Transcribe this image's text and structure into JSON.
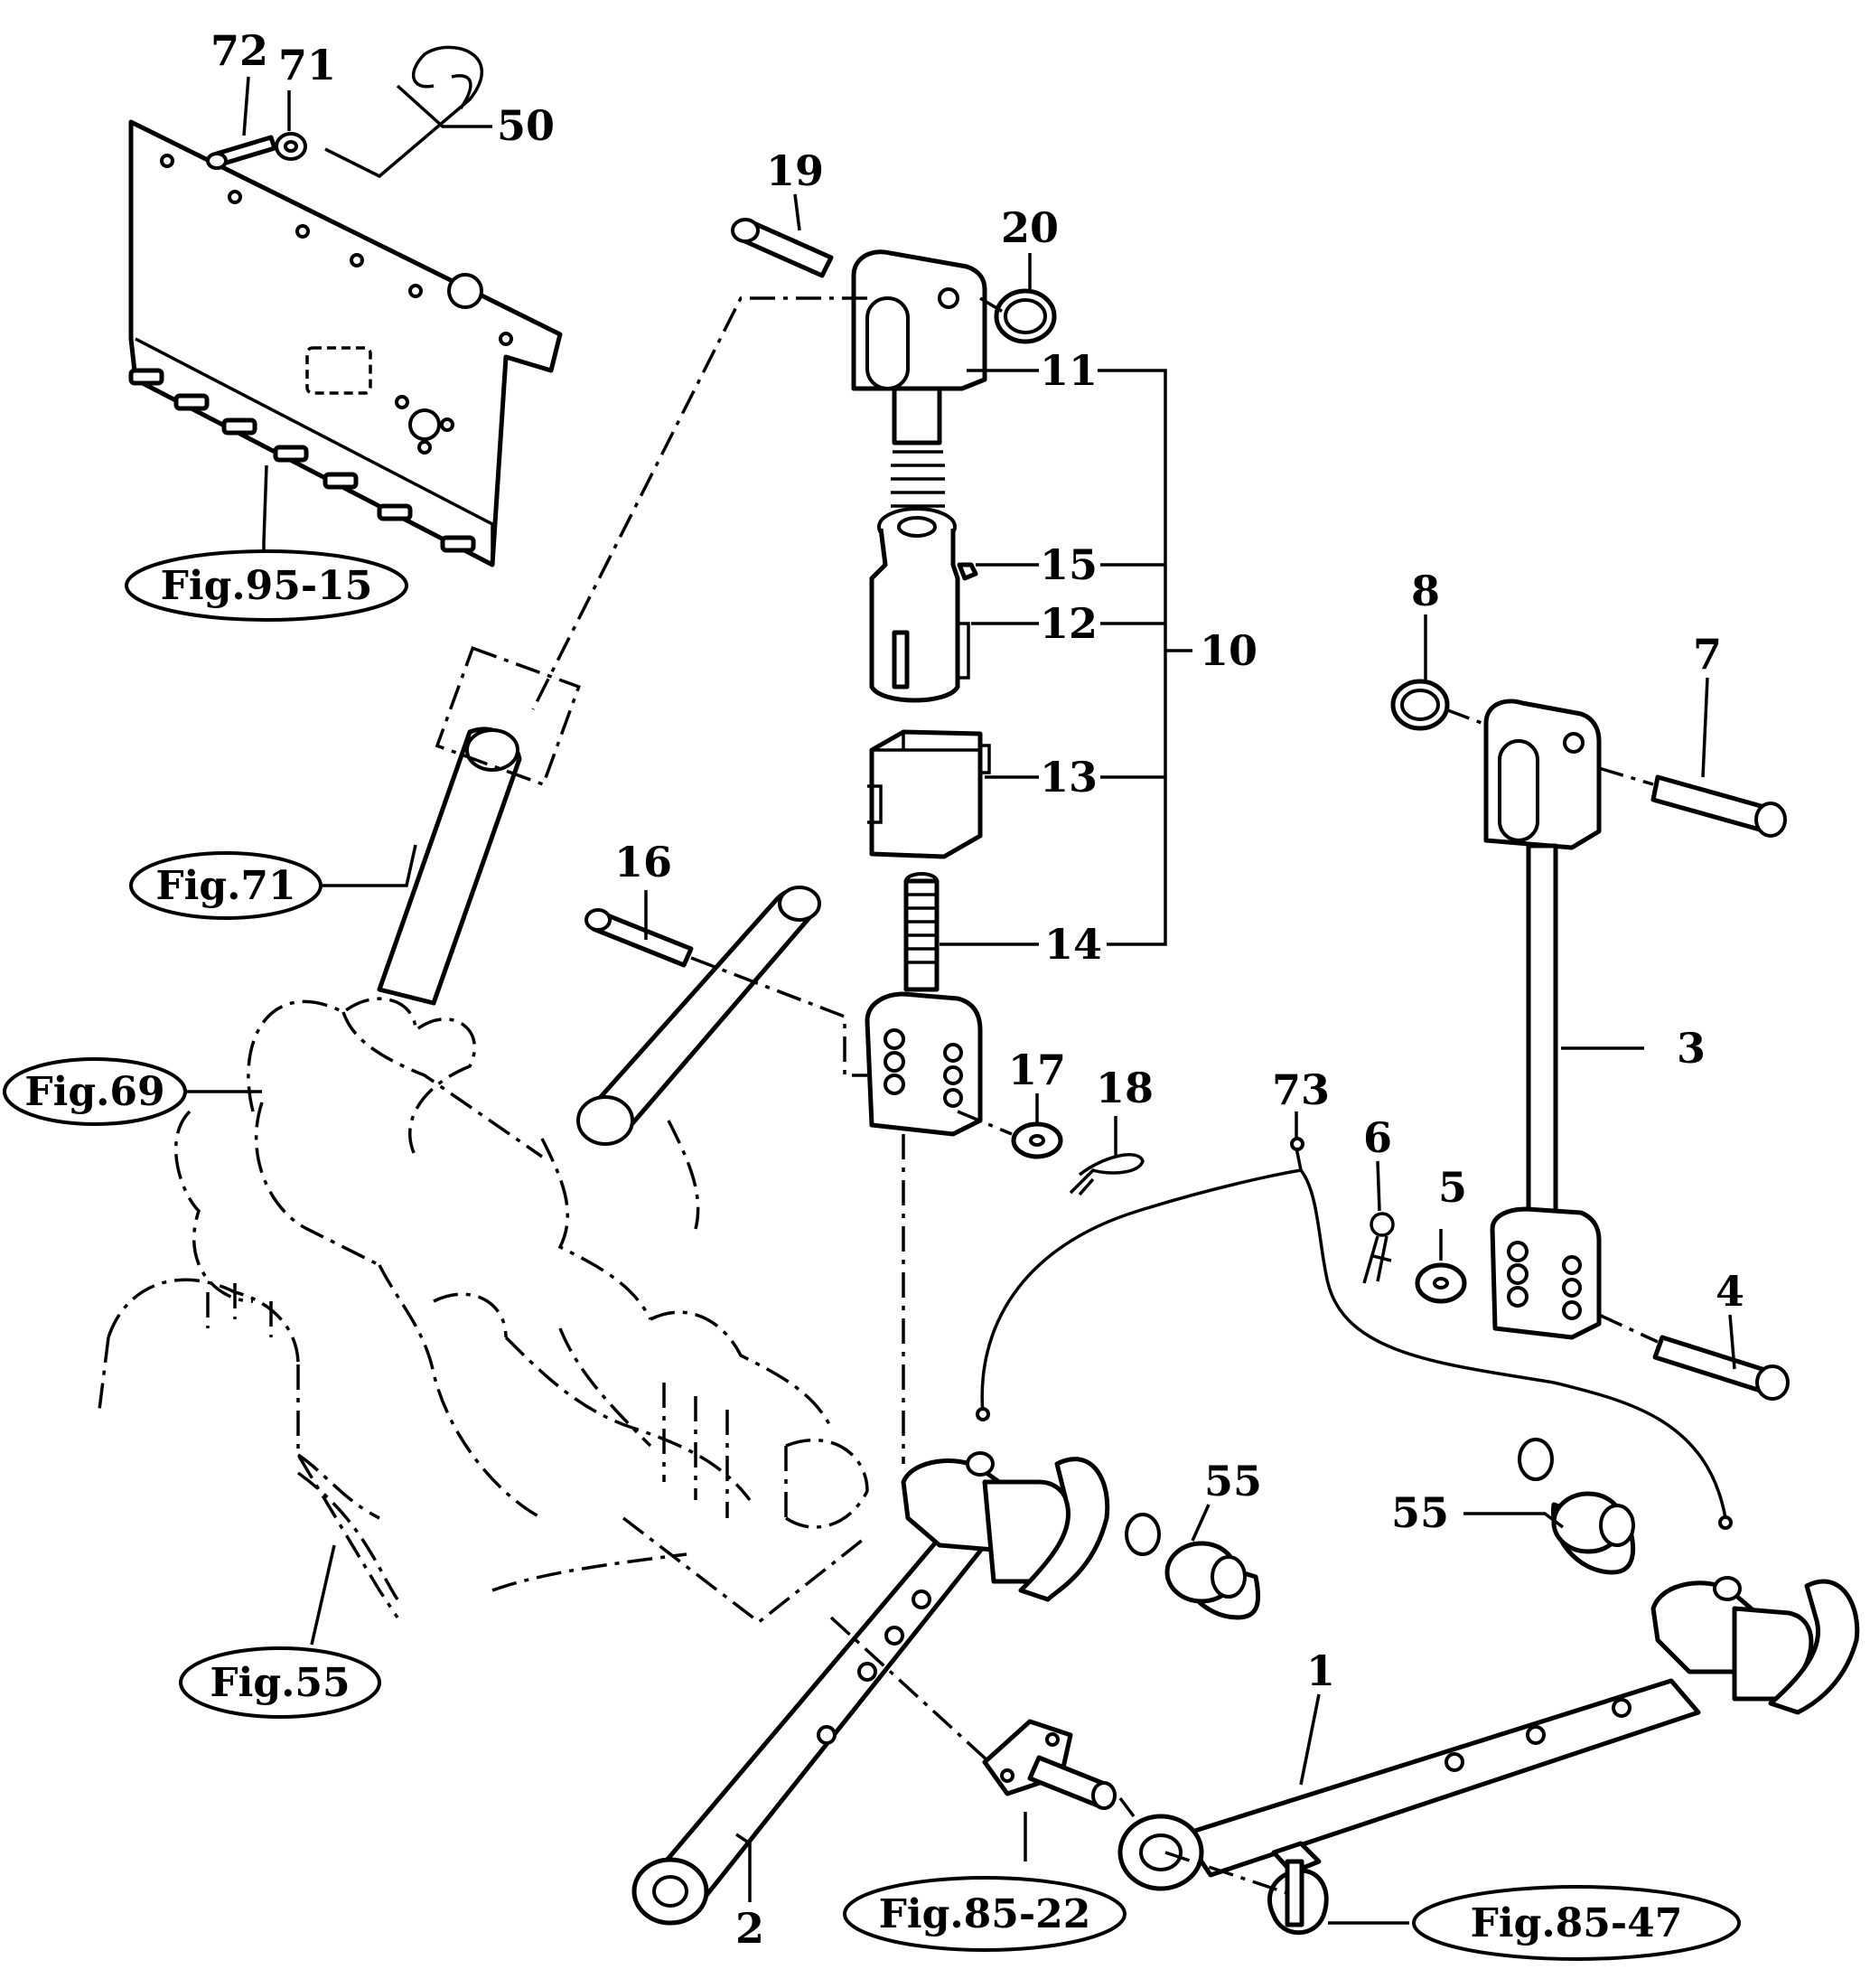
{
  "callouts": {
    "c1": "1",
    "c2": "2",
    "c3": "3",
    "c4": "4",
    "c5": "5",
    "c6": "6",
    "c7": "7",
    "c8": "8",
    "c10": "10",
    "c11": "11",
    "c12": "12",
    "c13": "13",
    "c14": "14",
    "c15": "15",
    "c16": "16",
    "c17": "17",
    "c18": "18",
    "c19": "19",
    "c20": "20",
    "c50": "50",
    "c55a": "55",
    "c55b": "55",
    "c71": "71",
    "c72": "72",
    "c73": "73"
  },
  "figure_refs": {
    "fig95_15": "Fig.95-15",
    "fig71": "Fig.71",
    "fig69": "Fig.69",
    "fig55": "Fig.55",
    "fig85_22": "Fig.85-22",
    "fig85_47": "Fig.85-47"
  }
}
